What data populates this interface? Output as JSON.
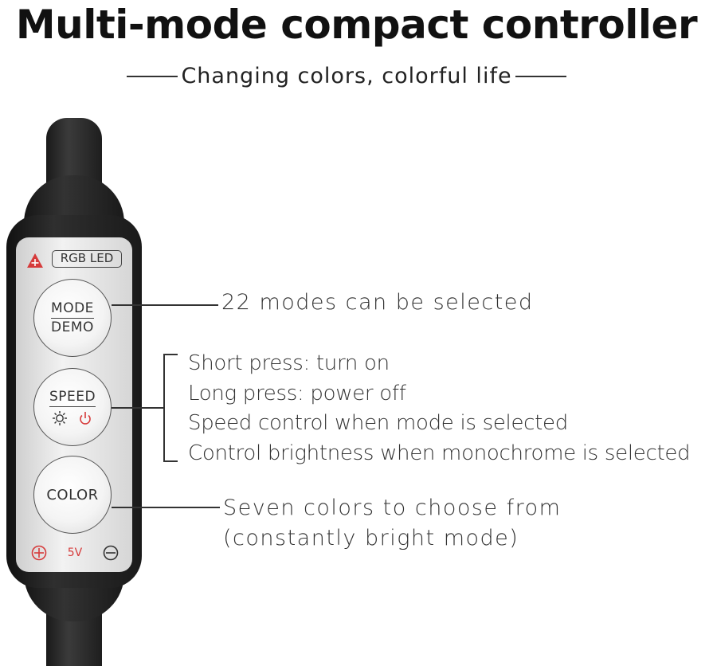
{
  "title": "Multi-mode compact controller",
  "subtitle": "Changing colors, colorful life",
  "device": {
    "label": "RGB LED",
    "buttons": {
      "mode": {
        "line1": "MODE",
        "line2": "DEMO"
      },
      "speed": {
        "line1": "SPEED"
      },
      "color": {
        "label": "COLOR"
      }
    },
    "voltage": "5V"
  },
  "annotations": {
    "mode": "22 modes can be selected",
    "speed": [
      "Short press: turn on",
      "Long press: power off",
      "Speed control when mode is selected",
      "Control brightness when monochrome is selected"
    ],
    "color": [
      "Seven colors to choose from",
      "(constantly bright mode)"
    ]
  },
  "colors": {
    "accent_red": "#d63b3b",
    "device_body": "#1e1e1e",
    "panel": "#e6e6e6"
  },
  "icons": {
    "warning": "warning-triangle-icon",
    "brightness": "sun-icon",
    "power": "power-icon",
    "plus": "plus-circle-icon",
    "minus": "minus-circle-icon"
  }
}
